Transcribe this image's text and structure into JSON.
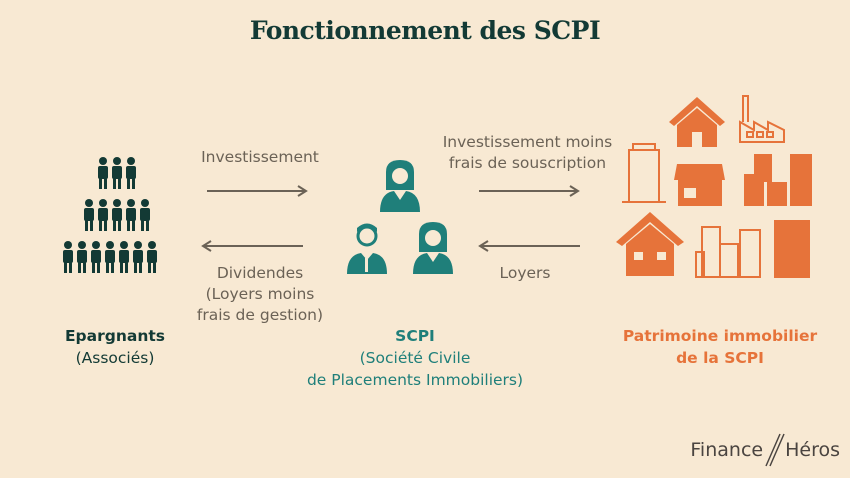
{
  "title": "Fonctionnement des SCPI",
  "colors": {
    "background": "#f8e9d3",
    "dark": "#133a35",
    "teal": "#1f7f7a",
    "orange": "#e6733a",
    "arrow": "#6b6256"
  },
  "nodes": {
    "epargnants": {
      "name": "Epargnants",
      "sub": "(Associés)",
      "icon": "people-pyramid-icon"
    },
    "scpi": {
      "name": "SCPI",
      "sub1": "(Société Civile",
      "sub2": "de Placements Immobiliers)",
      "icon": "team-icon"
    },
    "patrimoine": {
      "line1": "Patrimoine immobilier",
      "line2": "de la SCPI",
      "icon": "buildings-icon"
    }
  },
  "flows": {
    "investissement": "Investissement",
    "dividendes": [
      "Dividendes",
      "(Loyers moins",
      "frais de gestion)"
    ],
    "investissement_net": [
      "Investissement  moins",
      "frais de souscription"
    ],
    "loyers": "Loyers"
  },
  "logo": {
    "left": "Finance",
    "right": "Héros"
  }
}
